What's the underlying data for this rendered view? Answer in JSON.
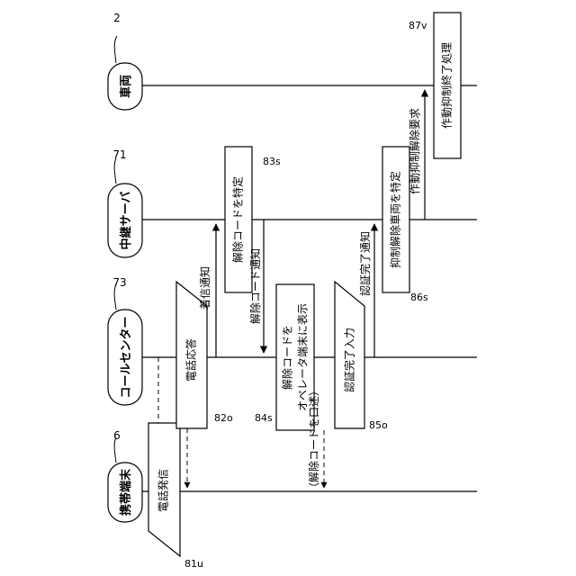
{
  "lanes": [
    {
      "id": "vehicle",
      "label": "車両",
      "ref": "2"
    },
    {
      "id": "relay",
      "label": "中継サーバ",
      "ref": "71"
    },
    {
      "id": "callcenter",
      "label": "コールセンター",
      "ref": "73"
    },
    {
      "id": "terminal",
      "label": "携帯端末",
      "ref": "6"
    }
  ],
  "processes": [
    {
      "id": "81u",
      "label": "電話発信",
      "ref": "81u"
    },
    {
      "id": "82o",
      "label": "電話応答",
      "ref": "82o"
    },
    {
      "id": "83s",
      "label": "解除コードを特定",
      "ref": "83s"
    },
    {
      "id": "84s",
      "label1": "解除コードを",
      "label2": "オペレータ端末に表示",
      "ref": "84s"
    },
    {
      "id": "85o",
      "label": "認証完了入力",
      "ref": "85o"
    },
    {
      "id": "86s",
      "label": "抑制解除車両を特定",
      "ref": "86s"
    },
    {
      "id": "87v",
      "label": "作動抑制終了処理",
      "ref": "87v"
    }
  ],
  "messages": [
    {
      "id": "incoming",
      "label": "着信通知"
    },
    {
      "id": "code-notify",
      "label": "解除コード通知"
    },
    {
      "id": "oral",
      "label": "（解除コードを口述）"
    },
    {
      "id": "auth-done",
      "label": "認証完了通知"
    },
    {
      "id": "release-req",
      "label": "作動抑制解除要求"
    }
  ]
}
